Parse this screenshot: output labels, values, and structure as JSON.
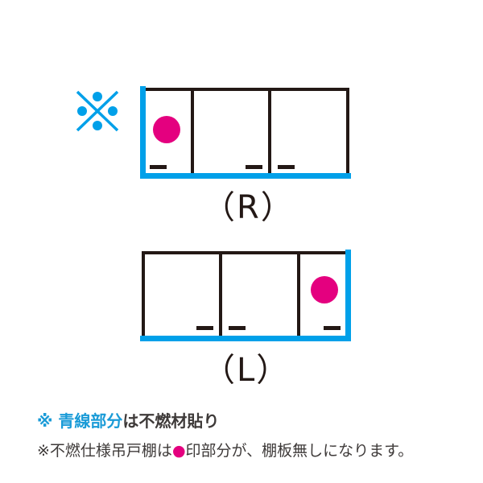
{
  "diagram": {
    "asterisk_mark": "※",
    "colors": {
      "frame": "#231815",
      "noncombustible_line": "#00a0e9",
      "no_shelf_marker": "#e4007f",
      "note_highlight": "#1a9bd7",
      "note_text": "#3e3a39"
    },
    "cabinets": [
      {
        "id": "R",
        "label": "（R）",
        "compartments": 3,
        "marker_compartment": 1,
        "blue_side": "left"
      },
      {
        "id": "L",
        "label": "（L）",
        "compartments": 3,
        "marker_compartment": 3,
        "blue_side": "right"
      }
    ]
  },
  "notes": {
    "line1": {
      "mark": "※ ",
      "highlight": "青線部分",
      "rest": "は不燃材貼り"
    },
    "line2": {
      "mark": "※",
      "before": "不燃仕様吊戸棚は",
      "dot": "●",
      "after": "印部分が、棚板無しになります。"
    }
  }
}
